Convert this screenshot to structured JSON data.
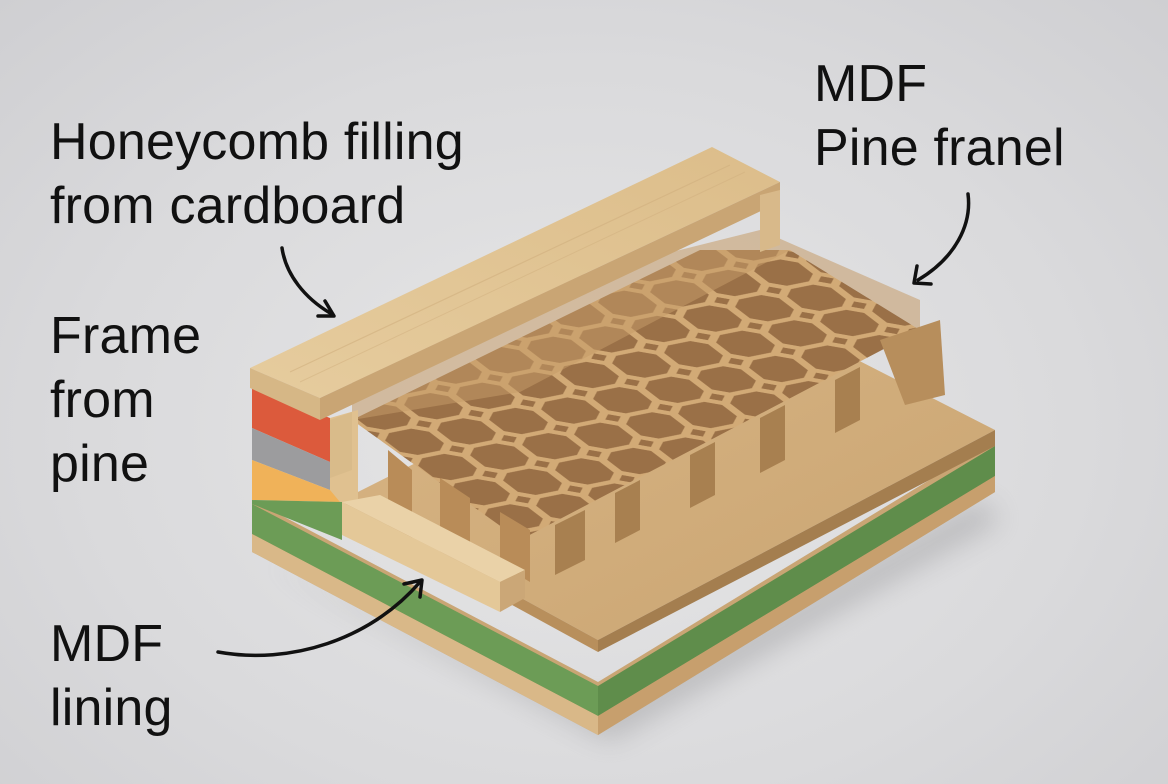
{
  "labels": {
    "honeycomb": {
      "line1": "Honeycomb filling",
      "line2": "from cardboard"
    },
    "frame": {
      "line1": "Frame",
      "line2": "from",
      "line3": "pine"
    },
    "mdf_lining": {
      "line1": "MDF",
      "line2": "lining"
    },
    "mdf_pine": {
      "line1": "MDF",
      "line2": "Pine franel"
    }
  },
  "colors": {
    "background": "#dadadc",
    "pine": "#e2c493",
    "mdf": "#d7b283",
    "honeycomb": "#c9a06e",
    "layer_red": "#dc5a3c",
    "layer_gray": "#9c9c9e",
    "layer_orange": "#f0b259",
    "layer_green": "#6c9c56",
    "text": "#111111"
  }
}
